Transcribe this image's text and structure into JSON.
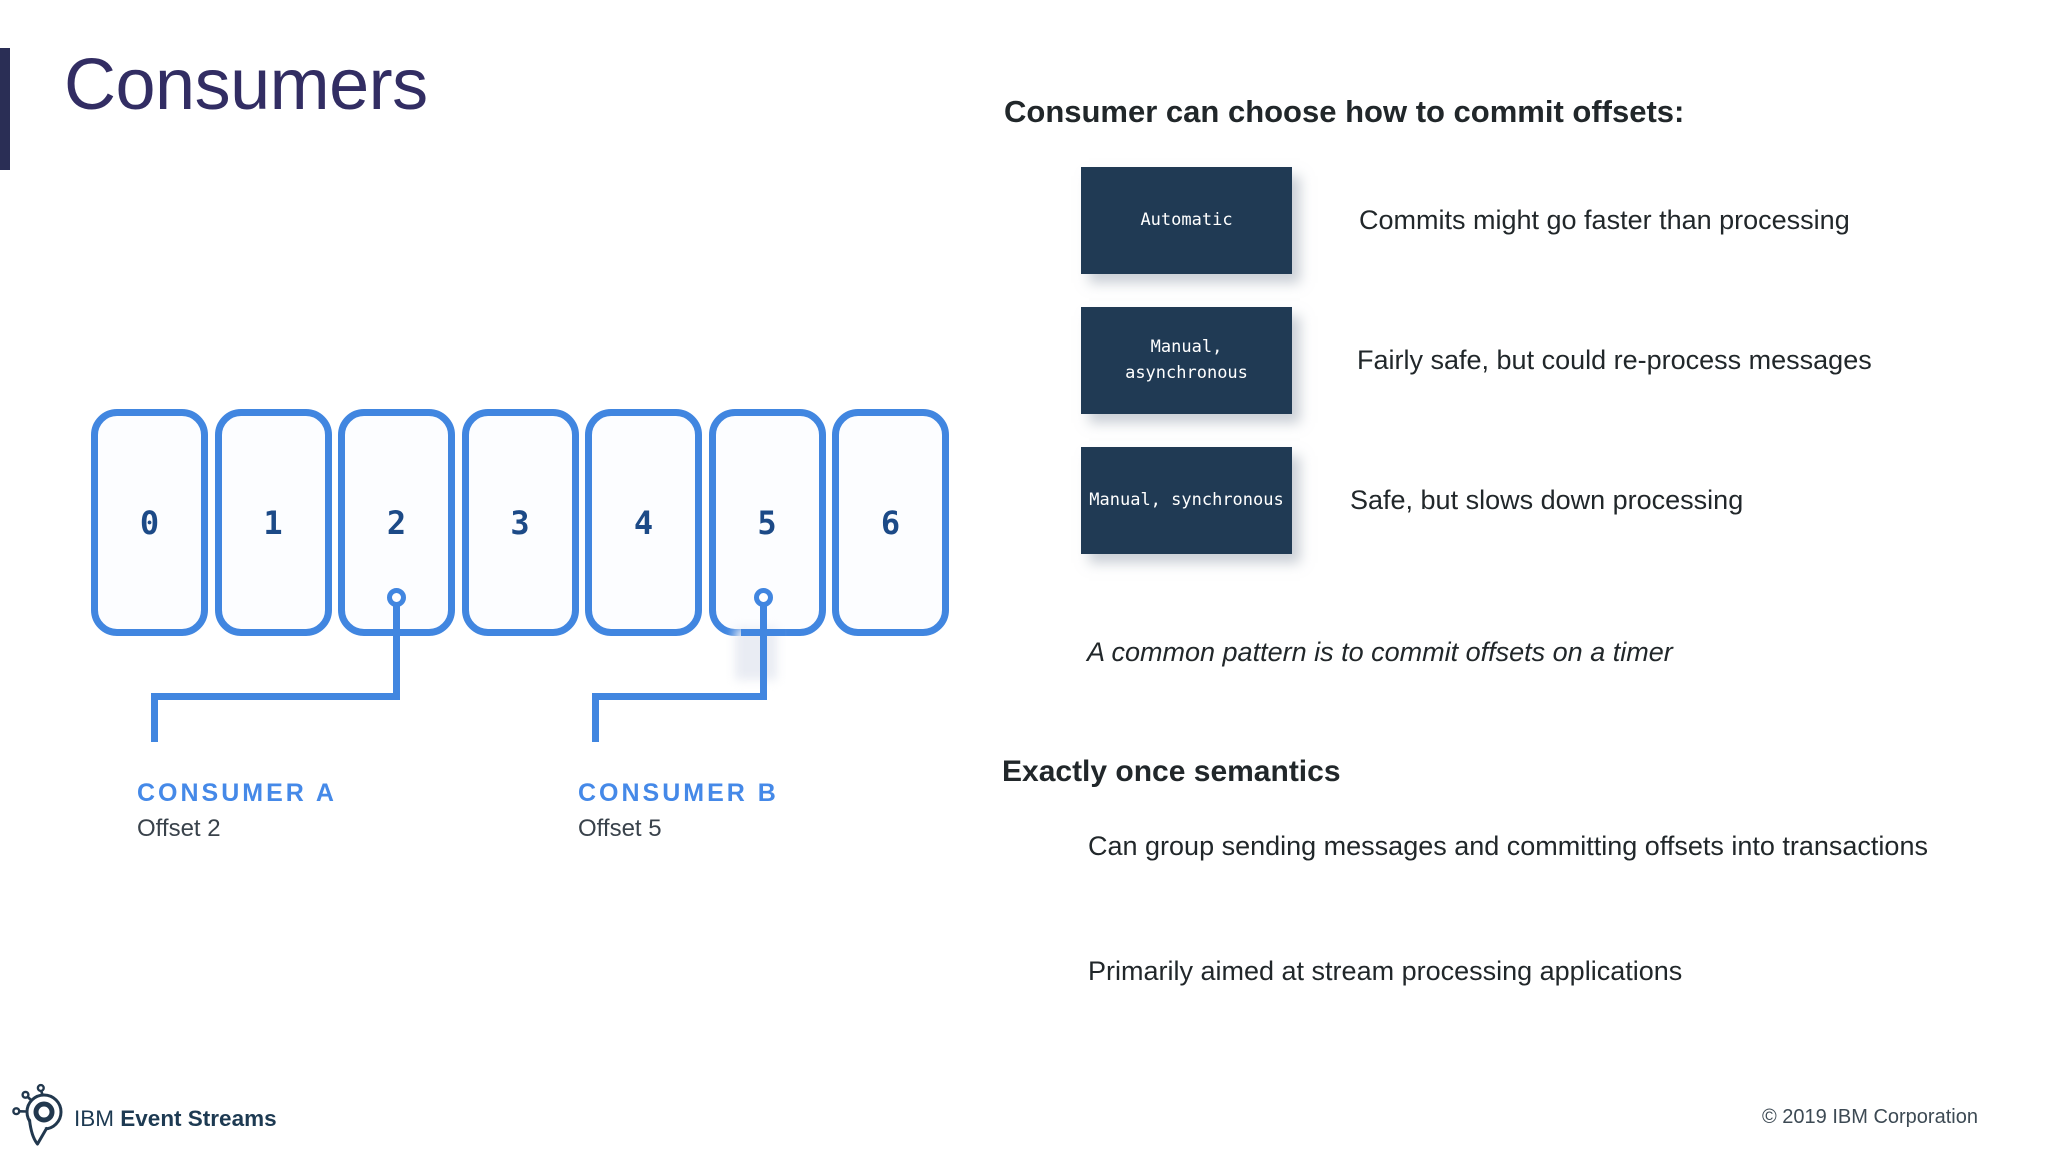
{
  "slide": {
    "title": "Consumers"
  },
  "diagram": {
    "partitions": [
      "0",
      "1",
      "2",
      "3",
      "4",
      "5",
      "6"
    ],
    "consumers": [
      {
        "name": "CONSUMER A",
        "offset_label": "Offset 2"
      },
      {
        "name": "CONSUMER B",
        "offset_label": "Offset 5"
      }
    ]
  },
  "commit_section": {
    "heading": "Consumer can choose how to commit offsets:",
    "options": [
      {
        "label": "Automatic",
        "description": "Commits might go faster than processing"
      },
      {
        "label": "Manual,\nasynchronous",
        "description": "Fairly safe, but could re-process messages"
      },
      {
        "label": "Manual, synchronous",
        "description": "Safe, but slows down processing"
      }
    ],
    "note": "A common pattern is to commit offsets on a timer"
  },
  "exactly_once": {
    "heading": "Exactly once semantics",
    "points": [
      "Can group sending messages and committing offsets into transactions",
      "Primarily aimed at stream processing applications"
    ]
  },
  "footer": {
    "brand_prefix": "IBM",
    "brand_name": "Event Streams",
    "copyright": "© 2019 IBM Corporation"
  },
  "icons": {
    "brand_logo": "event-streams-bubble-icon"
  },
  "colors": {
    "accent_blue": "#4186e0",
    "consumer_label_blue": "#4589e8",
    "partition_number_blue": "#1c4a87",
    "dark_option_box": "#203a54",
    "title_purple": "#322d63",
    "accent_bar_navy": "#2a2e55",
    "body_text": "#21272a"
  }
}
